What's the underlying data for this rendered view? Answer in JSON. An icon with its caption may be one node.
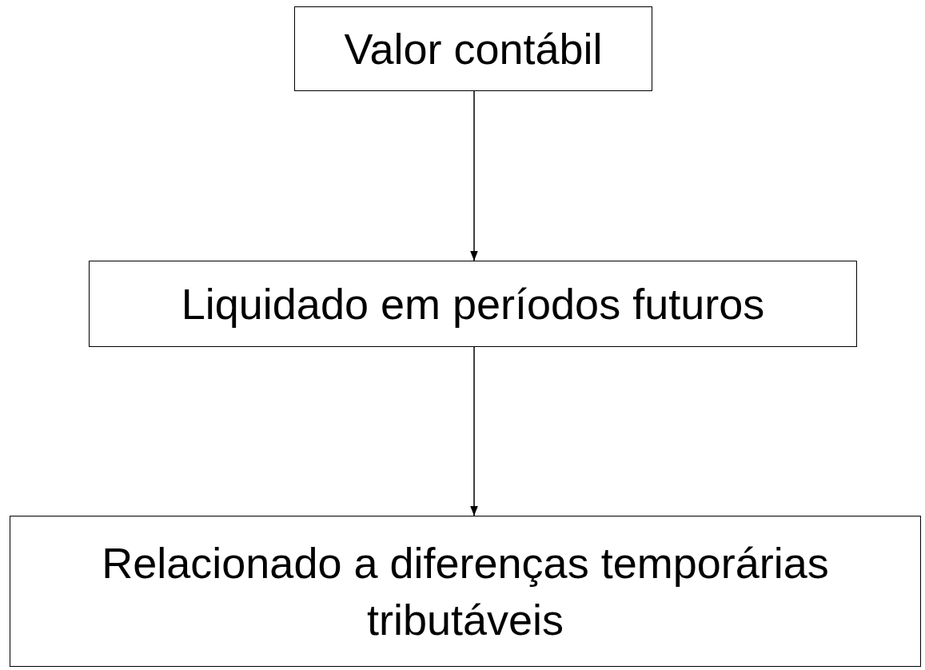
{
  "diagram": {
    "nodes": [
      {
        "text": [
          "Valor contábil"
        ]
      },
      {
        "text": [
          "Liquidado em períodos futuros"
        ]
      },
      {
        "text": [
          "Relacionado a diferenças temporárias tributáveis"
        ]
      }
    ],
    "edges": [
      {
        "from": 0,
        "to": 1,
        "arrow": "to"
      },
      {
        "from": 1,
        "to": 2,
        "arrow": "to"
      }
    ]
  }
}
